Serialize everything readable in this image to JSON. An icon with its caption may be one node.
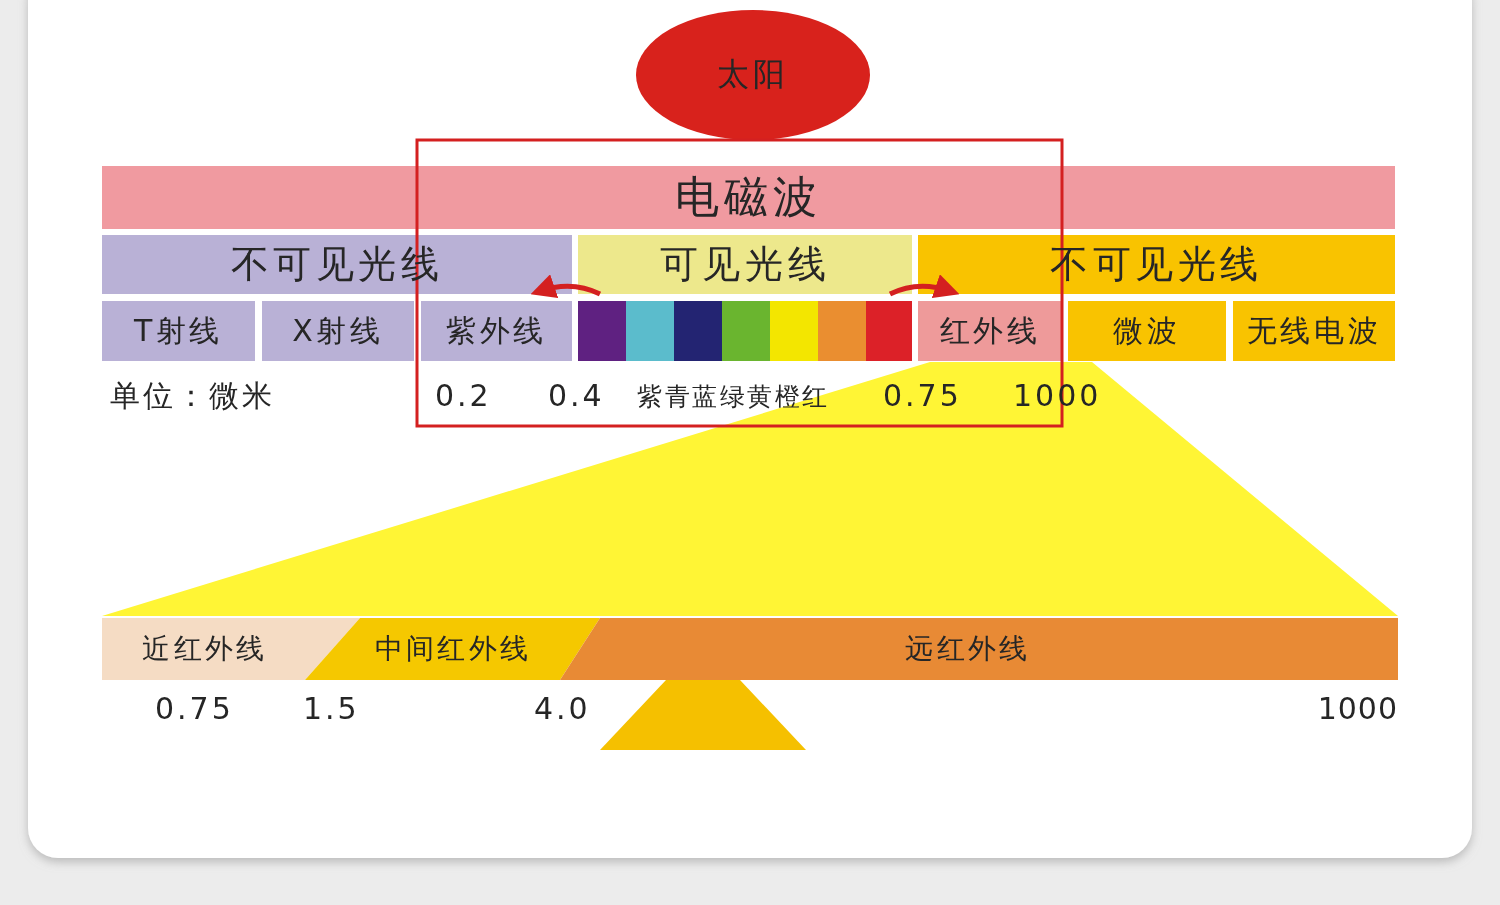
{
  "diagram": {
    "nodes": [
      {
        "text": [
          "太阳"
        ]
      },
      {
        "text": [
          "电磁波"
        ]
      },
      {
        "text": [
          "不可见光线"
        ]
      },
      {
        "text": [
          "可见光线"
        ]
      },
      {
        "text": [
          "不可见光线"
        ]
      },
      {
        "text": [
          "T射线"
        ]
      },
      {
        "text": [
          "X射线"
        ]
      },
      {
        "text": [
          "紫外线"
        ]
      },
      {
        "text": [],
        "shape": "box"
      },
      {
        "text": [],
        "shape": "box"
      },
      {
        "text": [],
        "shape": "box"
      },
      {
        "text": [],
        "shape": "box"
      },
      {
        "text": [],
        "shape": "box"
      },
      {
        "text": [],
        "shape": "box"
      },
      {
        "text": [],
        "shape": "box"
      },
      {
        "text": [
          "红外线"
        ]
      },
      {
        "text": [
          "微波"
        ]
      },
      {
        "text": [
          "无线电波"
        ]
      },
      {
        "text": [
          "近红外线"
        ]
      },
      {
        "text": [
          "中间红外线"
        ]
      },
      {
        "text": [
          "远红外线"
        ]
      }
    ],
    "edges": [
      {
        "from": 3,
        "to": 2,
        "arrow": "to"
      },
      {
        "from": 3,
        "to": 4,
        "arrow": "to"
      }
    ],
    "labels": [
      "单位：微米",
      "0.2",
      "0.4",
      "紫青蓝绿黄橙红",
      "0.75",
      "1000",
      "0.75",
      "1.5",
      "4.0",
      "1000"
    ]
  }
}
